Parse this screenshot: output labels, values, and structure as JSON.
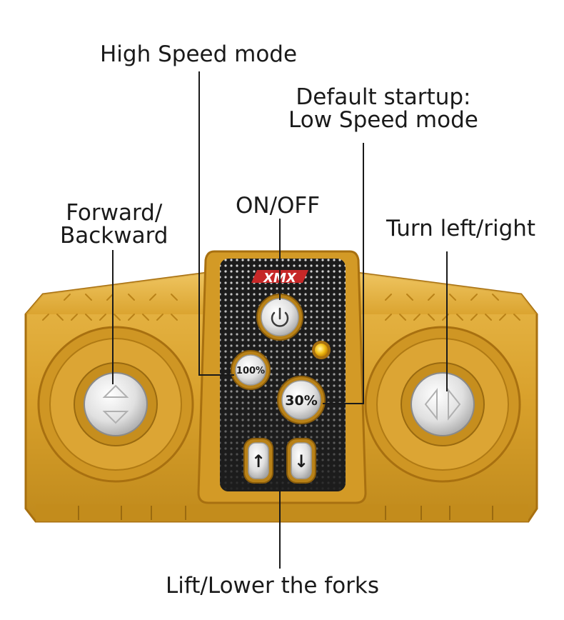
{
  "callouts": {
    "high_speed": "High Speed mode",
    "default_line1": "Default startup:",
    "default_line2": "Low Speed mode",
    "on_off": "ON/OFF",
    "forward_line1": "Forward/",
    "forward_line2": "Backward",
    "turn": "Turn left/right",
    "lift": "Lift/Lower the forks"
  },
  "buttons": {
    "high_speed": "100%",
    "low_speed": "30%",
    "lift_up": "↑",
    "lift_down": "↓"
  },
  "logo_text": "XMX",
  "colors": {
    "body": "#d9a12c",
    "body_dark": "#b07a14",
    "panel": "#1c1c1c",
    "button": "#e4e4e4",
    "led": "#f4c21a"
  }
}
